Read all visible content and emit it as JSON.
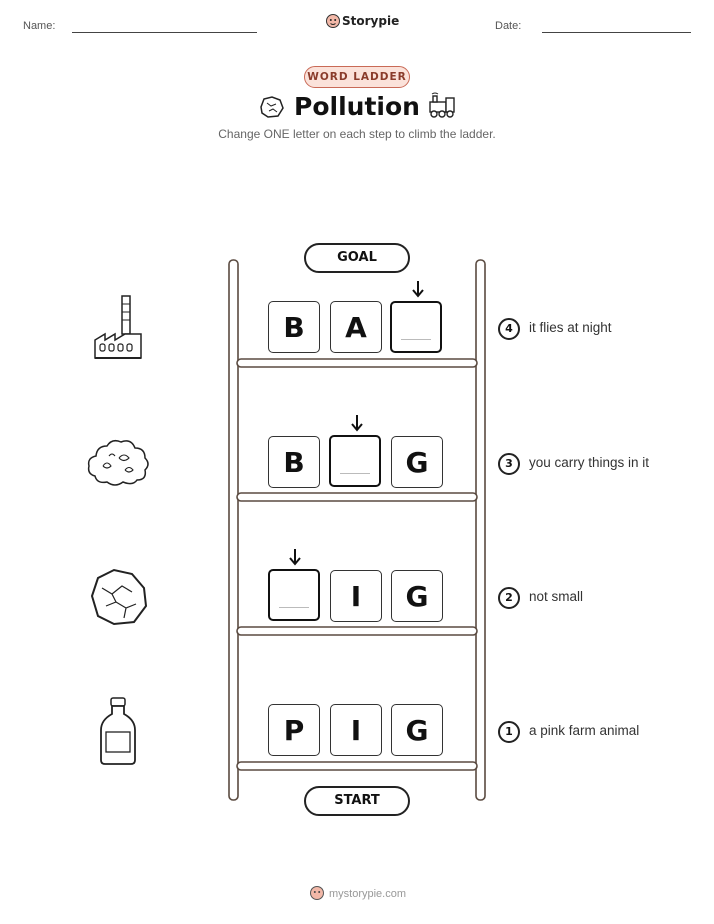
{
  "header": {
    "name_label": "Name:",
    "date_label": "Date:",
    "brand": "Storypie"
  },
  "badge": "WORD LADDER",
  "title": "Pollution",
  "subtitle": "Change ONE letter on each step to climb the ladder.",
  "goal_label": "GOAL",
  "start_label": "START",
  "rungs": [
    {
      "number": "4",
      "clue": "it flies at night",
      "letters": [
        "B",
        "A",
        ""
      ],
      "icon": "factory-icon"
    },
    {
      "number": "3",
      "clue": "you carry things in it",
      "letters": [
        "B",
        "",
        "G"
      ],
      "icon": "smoke-cloud-icon"
    },
    {
      "number": "2",
      "clue": "not small",
      "letters": [
        "",
        "I",
        "G"
      ],
      "icon": "rock-icon"
    },
    {
      "number": "1",
      "clue": "a pink farm animal",
      "letters": [
        "P",
        "I",
        "G"
      ],
      "icon": "bottle-icon"
    }
  ],
  "footer": "mystorypie.com",
  "colors": {
    "badge_bg": "#fbe2da",
    "badge_border": "#c96a57",
    "ladder": "#5a4a40"
  }
}
